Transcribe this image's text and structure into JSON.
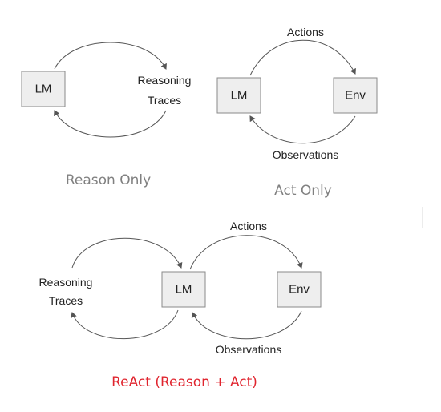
{
  "reason_only": {
    "lm_label": "LM",
    "traces_label_line1": "Reasoning",
    "traces_label_line2": "Traces",
    "caption": "Reason Only"
  },
  "act_only": {
    "lm_label": "LM",
    "env_label": "Env",
    "actions_label": "Actions",
    "observations_label": "Observations",
    "caption": "Act Only"
  },
  "react": {
    "lm_label": "LM",
    "env_label": "Env",
    "traces_label_line1": "Reasoning",
    "traces_label_line2": "Traces",
    "actions_label": "Actions",
    "observations_label": "Observations",
    "caption": "ReAct (Reason + Act)"
  },
  "colors": {
    "node_fill": "#eeeeee",
    "node_stroke": "#8a8a8a",
    "edge": "#555555",
    "caption_grey": "#808080",
    "caption_red": "#e0242e"
  }
}
